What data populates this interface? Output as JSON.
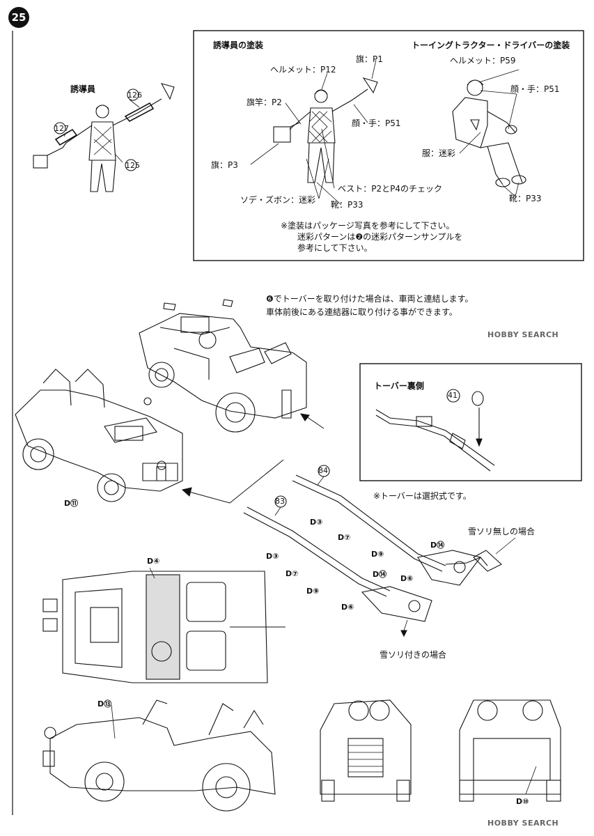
{
  "step_number": "25",
  "watermark": "HOBBY SEARCH",
  "paint_box": {
    "left_title": "誘導員の塗装",
    "right_title": "トーイングトラクター・ドライバーの塗装",
    "guide_labels": {
      "flag_top": "旗：P1",
      "helmet": "ヘルメット：P12",
      "pole": "旗竿：P2",
      "face_hand": "顔・手：P51",
      "flag_low": "旗：P3",
      "vest": "ベスト：P2とP4のチェック",
      "sleeve_pants": "ソデ・ズボン：迷彩",
      "shoes": "靴：P33"
    },
    "driver_labels": {
      "helmet": "ヘルメット：P59",
      "face_hand": "顔・手：P51",
      "clothes": "服：迷彩",
      "shoes": "靴：P33"
    },
    "notes": [
      "※塗装はパッケージ写真を参考にして下さい。",
      "迷彩パターンは❷の迷彩パターンサンプルを",
      "参考にして下さい。"
    ]
  },
  "guide_figure": {
    "title": "誘導員",
    "parts": [
      "126",
      "127",
      "125"
    ]
  },
  "instructions": [
    "❻でトーバーを取り付けた場合は、車両と連結します。",
    "車体前後にある連結器に取り付ける事ができます。"
  ],
  "towbar_back": {
    "title": "トーバー裏側",
    "part": "41"
  },
  "towbar_note": "※トーバーは選択式です。",
  "parts_labels": {
    "d11": "D⑪",
    "d4": "D④",
    "d13": "D⑬",
    "d10": "D⑩",
    "p84": "84",
    "p83": "83",
    "d3a": "D③",
    "d7a": "D⑦",
    "d9a": "D⑨",
    "d14a": "D⑭",
    "d6a": "D⑥",
    "d3b": "D③",
    "d7b": "D⑦",
    "d9b": "D⑨",
    "d14b": "D⑭",
    "d6b": "D⑥"
  },
  "variants": {
    "no_sled": "雪ソリ無しの場合",
    "with_sled": "雪ソリ付きの場合"
  }
}
